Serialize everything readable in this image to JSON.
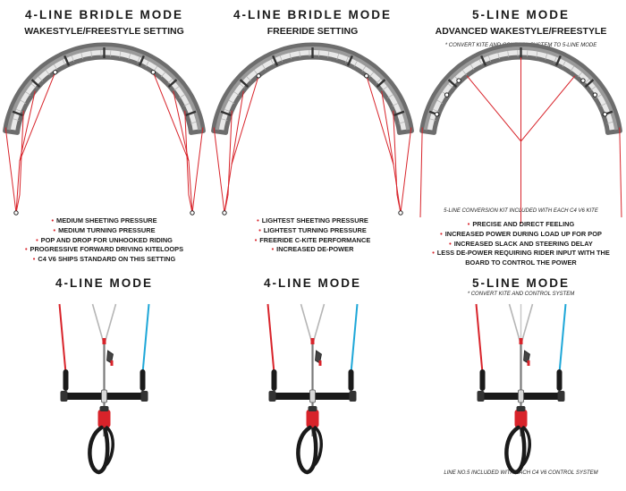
{
  "panels": [
    {
      "kite_heading": "4-LINE BRIDLE MODE",
      "kite_subheading": "WAKESTYLE/FREESTYLE SETTING",
      "features": [
        "MEDIUM SHEETING PRESSURE",
        "MEDIUM TURNING PRESSURE",
        "POP AND DROP FOR UNHOOKED RIDING",
        "PROGRESSIVE FORWARD DRIVING KITELOOPS",
        "C4 V6 SHIPS STANDARD ON THIS SETTING"
      ],
      "bar_heading": "4-LINE MODE"
    },
    {
      "kite_heading": "4-LINE BRIDLE MODE",
      "kite_subheading": "FREERIDE SETTING",
      "features": [
        "LIGHTEST SHEETING PRESSURE",
        "LIGHTEST TURNING PRESSURE",
        "FREERIDE C-KITE PERFORMANCE",
        "INCREASED DE-POWER"
      ],
      "bar_heading": "4-LINE MODE"
    },
    {
      "kite_heading": "5-LINE MODE",
      "kite_subheading": "ADVANCED WAKESTYLE/FREESTYLE",
      "kite_note": "* CONVERT KITE AND CONTROL SYSTEM TO 5-LINE MODE",
      "kit_note": "5-LINE CONVERSION KIT INCLUDED WITH EACH C4 V6 KITE",
      "features": [
        "PRECISE AND DIRECT FEELING",
        "INCREASED POWER DURING LOAD UP FOR POP",
        "INCREASED SLACK AND STEERING DELAY",
        "LESS DE-POWER REQUIRING RIDER INPUT WITH THE",
        "BOARD TO CONTROL THE POWER"
      ],
      "bar_heading": "5-LINE MODE",
      "bar_note": "* CONVERT KITE AND CONTROL SYSTEM",
      "bottom_note": "LINE NO.5 INCLUDED WITH EACH C4 V6 CONTROL SYSTEM"
    }
  ],
  "colors": {
    "line_left": "#d8232a",
    "line_right": "#1ea7d8",
    "line_center": "#b5b5b5",
    "bridle": "#d8232a",
    "kite_fill": "#e8e8e8",
    "kite_edge": "#6d6d6d",
    "bar": "#1a1a1a",
    "chicken_loop": "#d8232a"
  }
}
